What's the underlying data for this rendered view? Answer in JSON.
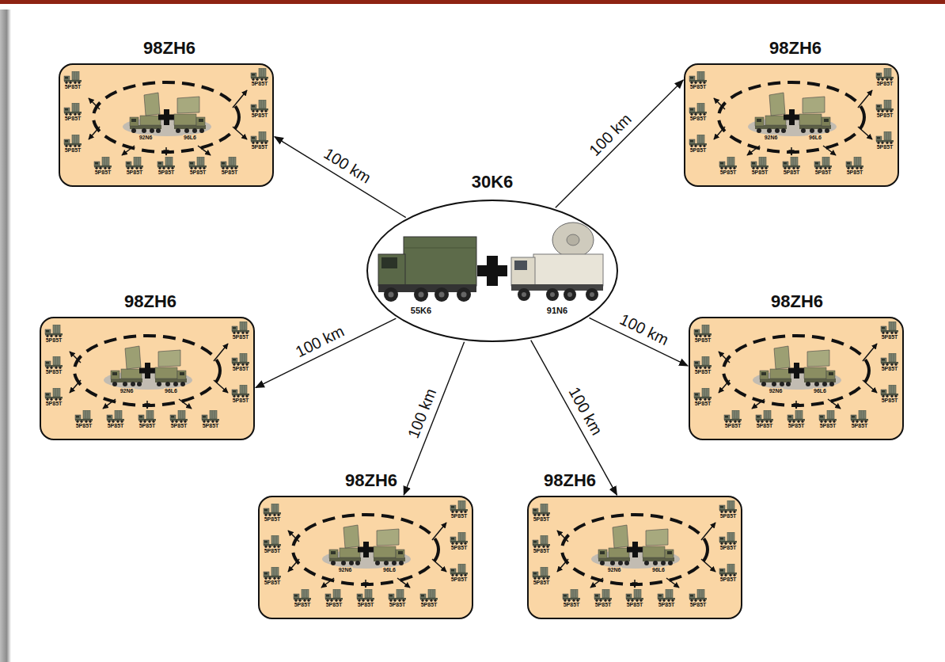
{
  "diagram": {
    "nodes": [
      {
        "text": [
          "98ZH6",
          "92N6",
          "96L6",
          "5P85T",
          "5P85T",
          "5P85T",
          "5P85T",
          "5P85T",
          "5P85T",
          "5P85T",
          "5P85T",
          "5P85T",
          "5P85T",
          "5P85T"
        ]
      },
      {
        "text": [
          "98ZH6",
          "92N6",
          "96L6",
          "5P85T",
          "5P85T",
          "5P85T",
          "5P85T",
          "5P85T",
          "5P85T",
          "5P85T",
          "5P85T",
          "5P85T",
          "5P85T",
          "5P85T"
        ]
      },
      {
        "text": [
          "30K6",
          "55K6",
          "91N6"
        ]
      },
      {
        "text": [
          "98ZH6",
          "92N6",
          "96L6",
          "5P85T",
          "5P85T",
          "5P85T",
          "5P85T",
          "5P85T",
          "5P85T",
          "5P85T",
          "5P85T",
          "5P85T",
          "5P85T",
          "5P85T"
        ]
      },
      {
        "text": [
          "98ZH6",
          "92N6",
          "96L6",
          "5P85T",
          "5P85T",
          "5P85T",
          "5P85T",
          "5P85T",
          "5P85T",
          "5P85T",
          "5P85T",
          "5P85T",
          "5P85T",
          "5P85T"
        ]
      },
      {
        "text": [
          "98ZH6",
          "92N6",
          "96L6",
          "5P85T",
          "5P85T",
          "5P85T",
          "5P85T",
          "5P85T",
          "5P85T",
          "5P85T",
          "5P85T",
          "5P85T",
          "5P85T",
          "5P85T"
        ]
      },
      {
        "text": [
          "98ZH6",
          "92N6",
          "96L6",
          "5P85T",
          "5P85T",
          "5P85T",
          "5P85T",
          "5P85T",
          "5P85T",
          "5P85T",
          "5P85T",
          "5P85T",
          "5P85T",
          "5P85T"
        ]
      }
    ],
    "edges": [
      {
        "from": 2,
        "to": 0,
        "label": "100 km",
        "arrow": "to"
      },
      {
        "from": 2,
        "to": 1,
        "label": "100 km",
        "arrow": "to"
      },
      {
        "from": 2,
        "to": 3,
        "label": "100 km",
        "arrow": "to"
      },
      {
        "from": 2,
        "to": 4,
        "label": "100 km",
        "arrow": "to"
      },
      {
        "from": 2,
        "to": 5,
        "label": "100 km",
        "arrow": "to"
      },
      {
        "from": 2,
        "to": 6,
        "label": "100 km",
        "arrow": "to"
      }
    ]
  }
}
